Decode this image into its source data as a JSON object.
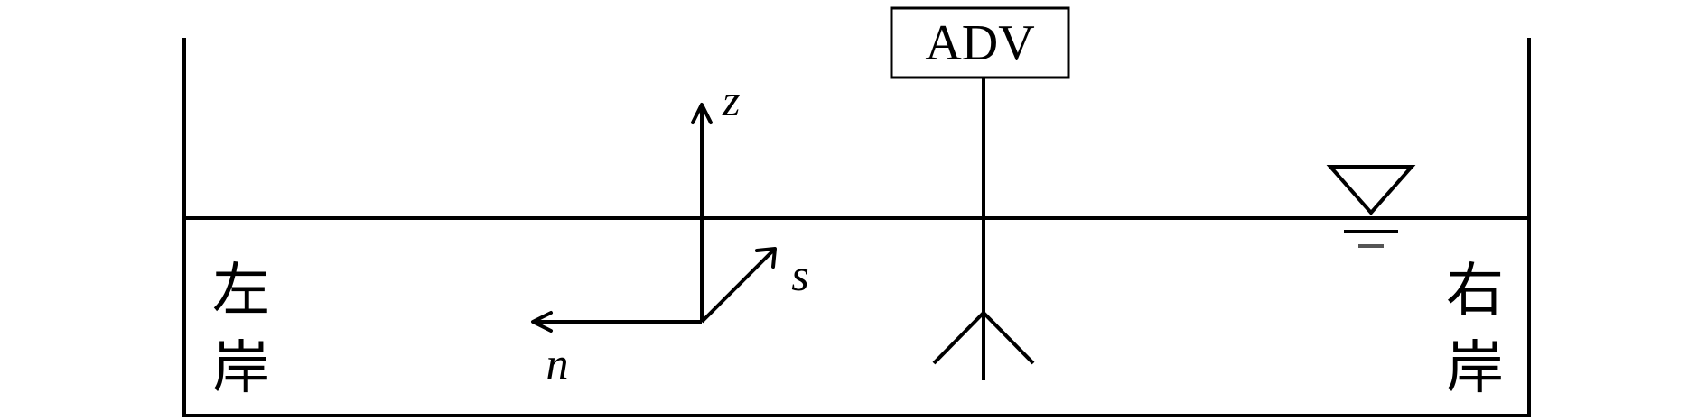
{
  "labels": {
    "instrument": "ADV",
    "left_bank_char1": "左",
    "left_bank_char2": "岸",
    "right_bank_char1": "右",
    "right_bank_char2": "岸"
  },
  "axes": {
    "vertical": "z",
    "streamwise": "s",
    "transverse": "n"
  },
  "icons": {
    "water_level": "water-surface-triangle-icon",
    "probe": "adv-probe-tip-icon"
  }
}
